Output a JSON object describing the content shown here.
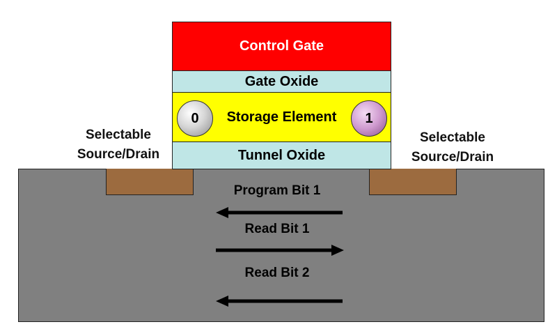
{
  "layers": {
    "control_gate": "Control Gate",
    "gate_oxide": "Gate Oxide",
    "storage_element": "Storage Element",
    "tunnel_oxide": "Tunnel Oxide"
  },
  "bits": {
    "left": "0",
    "right": "1"
  },
  "source_drain": {
    "left": [
      "Selectable",
      "Source/Drain"
    ],
    "right": [
      "Selectable",
      "Source/Drain"
    ]
  },
  "operations": [
    {
      "label": "Program Bit 1",
      "direction": "left"
    },
    {
      "label": "Read Bit 1",
      "direction": "right"
    },
    {
      "label": "Read Bit 2",
      "direction": "left"
    }
  ],
  "colors": {
    "control_gate": "#ff0000",
    "oxide": "#bfe6e6",
    "storage_element": "#ffff00",
    "substrate": "#808080",
    "source_drain": "#9c6b3f"
  }
}
